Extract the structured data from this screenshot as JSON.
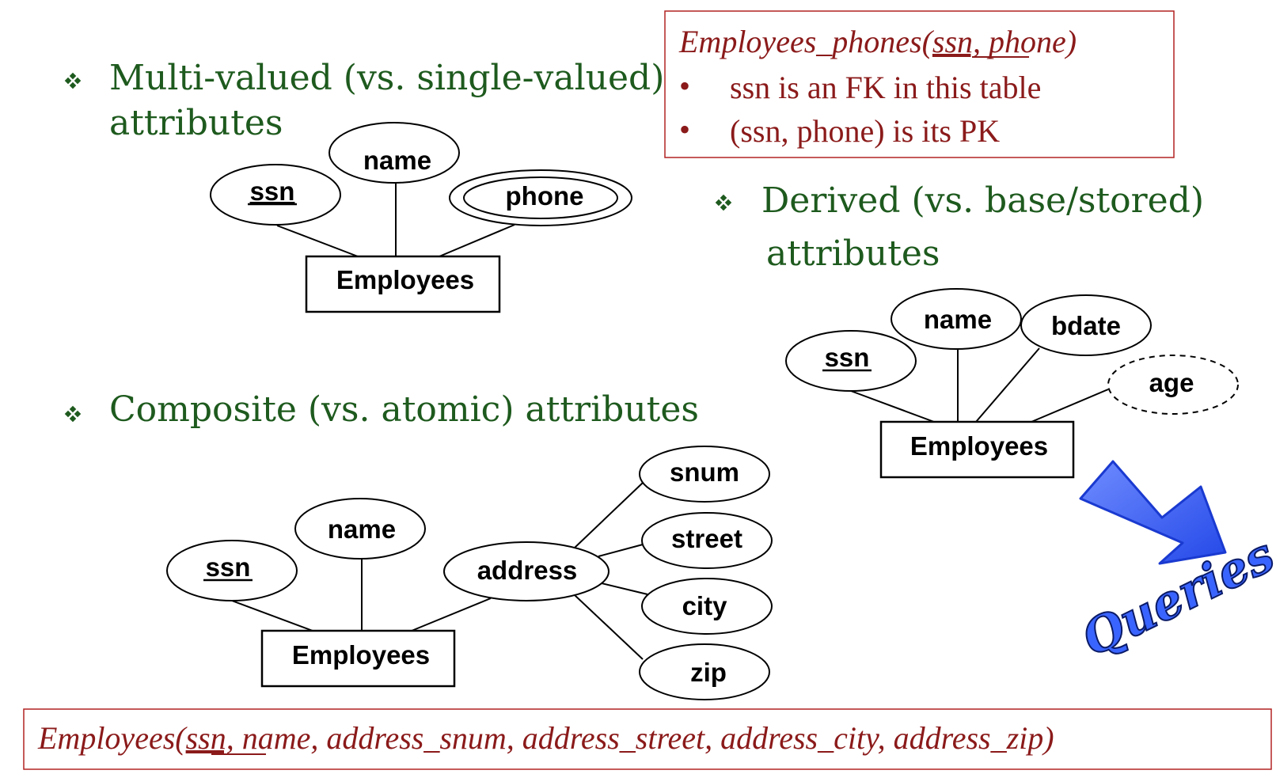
{
  "bullets": {
    "multivalued_line1": "Multi-valued (vs. single-valued)",
    "multivalued_line2": "attributes",
    "derived_line1": "Derived (vs. base/stored)",
    "derived_line2": "attributes",
    "composite": "Composite (vs. atomic) attributes"
  },
  "diagram_multivalued": {
    "entity": "Employees",
    "attributes": [
      "ssn",
      "name",
      "phone"
    ]
  },
  "diagram_derived": {
    "entity": "Employees",
    "attributes": [
      "ssn",
      "name",
      "bdate",
      "age"
    ]
  },
  "diagram_composite": {
    "entity": "Employees",
    "attributes": [
      "ssn",
      "name",
      "address"
    ],
    "subattributes": [
      "snum",
      "street",
      "city",
      "zip"
    ]
  },
  "phones_box": {
    "title_prefix": "Employees_phones(",
    "title_key": "ssn,",
    "title_suffix": " phone)",
    "bullet1": "ssn is an FK in this table",
    "bullet2": "(ssn, phone) is its PK",
    "bullet_symbol": "•"
  },
  "employees_box": {
    "prefix": "Employees(",
    "key": "ssn,",
    "suffix": " name, address_snum, address_street, address_city, address_zip)"
  },
  "queries_label": "Queries",
  "colors": {
    "bullet_green": "#1e5a1e",
    "box_red": "#b22222",
    "text_red": "#8b1a1a",
    "arrow_blue": "#3a64ff"
  }
}
